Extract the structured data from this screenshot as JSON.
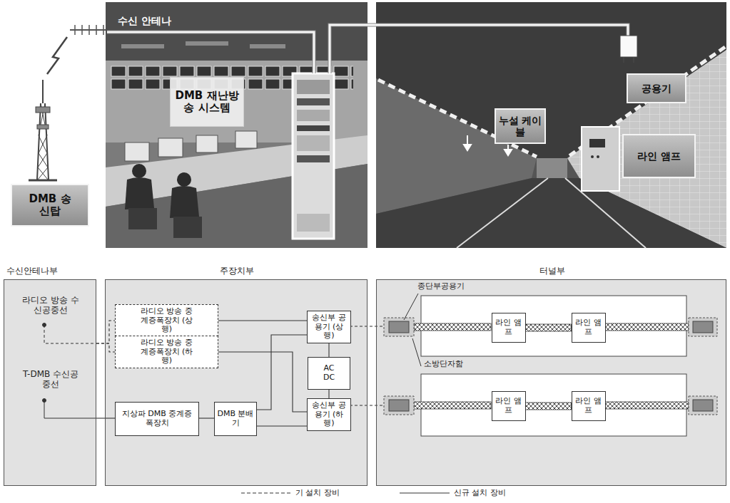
{
  "diagram": {
    "nodes": [
      {
        "text": [
          "DMB 재난방송 시스템"
        ]
      },
      {
        "text": [
          "공용기"
        ]
      },
      {
        "text": [
          "누설 케이블"
        ]
      },
      {
        "text": [
          "라인 앰프"
        ]
      },
      {
        "text": [
          "DMB 송신탑"
        ]
      },
      {
        "text": [
          "수신안테나부",
          "라디오 방송 수신공중선",
          "T-DMB 수신공중선"
        ]
      },
      {
        "text": [
          "주장치부"
        ]
      },
      {
        "text": [
          "터널부"
        ]
      },
      {
        "text": [
          "라디오 방송 중계증폭장치 (상행)"
        ],
        "in": 6
      },
      {
        "text": [
          "라디오 방송 중계증폭장치 (하행)"
        ],
        "in": 6
      },
      {
        "text": [
          "지상파 DMB 중계증폭장치"
        ],
        "in": 6
      },
      {
        "text": [
          "DMB 분배기"
        ],
        "in": 6
      },
      {
        "text": [
          "송신부 공용기 (상행)"
        ],
        "in": 6
      },
      {
        "text": [
          "AC DC"
        ],
        "in": 6
      },
      {
        "text": [
          "송신부 공용기 (하행)"
        ],
        "in": 6
      },
      {
        "text": [
          "라인 앰프"
        ],
        "in": 7
      },
      {
        "text": [
          "라인 앰프"
        ],
        "in": 7
      },
      {
        "text": [
          "라인 앰프"
        ],
        "in": 7
      },
      {
        "text": [
          "라인 앰프"
        ],
        "in": 7
      }
    ],
    "edges": [
      {
        "from": 5,
        "to": 8,
        "arrow": "none"
      },
      {
        "from": 5,
        "to": 9,
        "arrow": "none"
      },
      {
        "from": 5,
        "to": 10,
        "arrow": "none"
      },
      {
        "from": 8,
        "to": 12,
        "arrow": "none"
      },
      {
        "from": 9,
        "to": 14,
        "arrow": "none"
      },
      {
        "from": 10,
        "to": 11,
        "arrow": "none"
      },
      {
        "from": 11,
        "to": 12,
        "arrow": "none"
      },
      {
        "from": 11,
        "to": 14,
        "arrow": "none"
      },
      {
        "from": 12,
        "to": 13,
        "arrow": "none"
      },
      {
        "from": 13,
        "to": 14,
        "arrow": "none"
      },
      {
        "from": 15,
        "to": 16,
        "arrow": "none"
      },
      {
        "from": 17,
        "to": 18,
        "arrow": "none"
      }
    ],
    "labels": [
      "수신 안테나",
      "종단부공용기",
      "소방단자함"
    ],
    "legend": [
      {
        "text": "기 설치 장비"
      },
      {
        "text": "신규 설치 장비"
      }
    ]
  }
}
